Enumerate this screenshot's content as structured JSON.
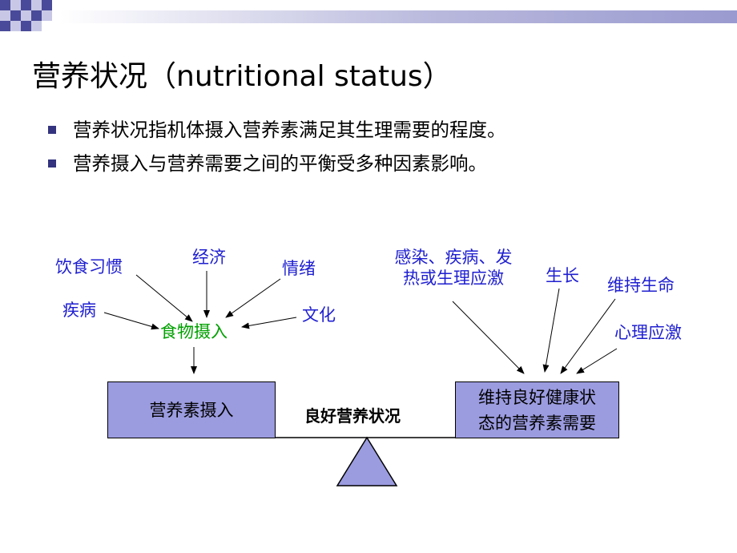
{
  "slide": {
    "title": "营养状况（nutritional status）",
    "bullets": [
      "营养状况指机体摄入营养素满足其生理需要的程度。",
      "营养摄入与营养需要之间的平衡受多种因素影响。"
    ]
  },
  "diagram": {
    "left_factors": {
      "diet_habit": "饮食习惯",
      "economy": "经济",
      "emotion": "情绪",
      "disease": "疾病",
      "culture": "文化"
    },
    "food_intake": "食物摄入",
    "right_factors": {
      "infection_line1": "感染、疾病、发",
      "infection_line2": "热或生理应激",
      "growth": "生长",
      "maintain_life": "维持生命",
      "psych_stress": "心理应激"
    },
    "left_box": "营养素摄入",
    "balance_label": "良好营养状况",
    "right_box_line1": "维持良好健康状",
    "right_box_line2": "态的营养素需要"
  },
  "colors": {
    "factor_text": "#1f1fd0",
    "food_intake_text": "#00a000",
    "box_fill": "#9b9be0",
    "bullet": "#33337f"
  }
}
